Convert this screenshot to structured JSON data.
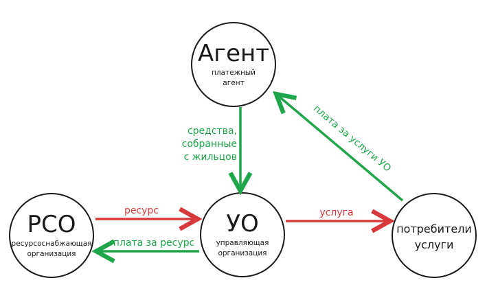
{
  "nodes": {
    "agent": {
      "title": "Агент",
      "subtitle_line1": "платежный",
      "subtitle_line2": "агент"
    },
    "rso": {
      "title": "РСО",
      "subtitle_line1": "ресурсоснабжающая",
      "subtitle_line2": "организация"
    },
    "uo": {
      "title": "УО",
      "subtitle_line1": "управляющая",
      "subtitle_line2": "организация"
    },
    "consumers": {
      "line1": "потребители",
      "line2": "услуги"
    }
  },
  "edges": {
    "resource": "ресурс",
    "payment_resource": "плата за ресурс",
    "service": "услуга",
    "funds_line1": "средства,",
    "funds_line2": "собранные",
    "funds_line3": "с жильцов",
    "payment_services": "плата за услуги УО"
  },
  "colors": {
    "red": "#d8393c",
    "green": "#1fa64a",
    "stroke": "#1a1a1a"
  }
}
